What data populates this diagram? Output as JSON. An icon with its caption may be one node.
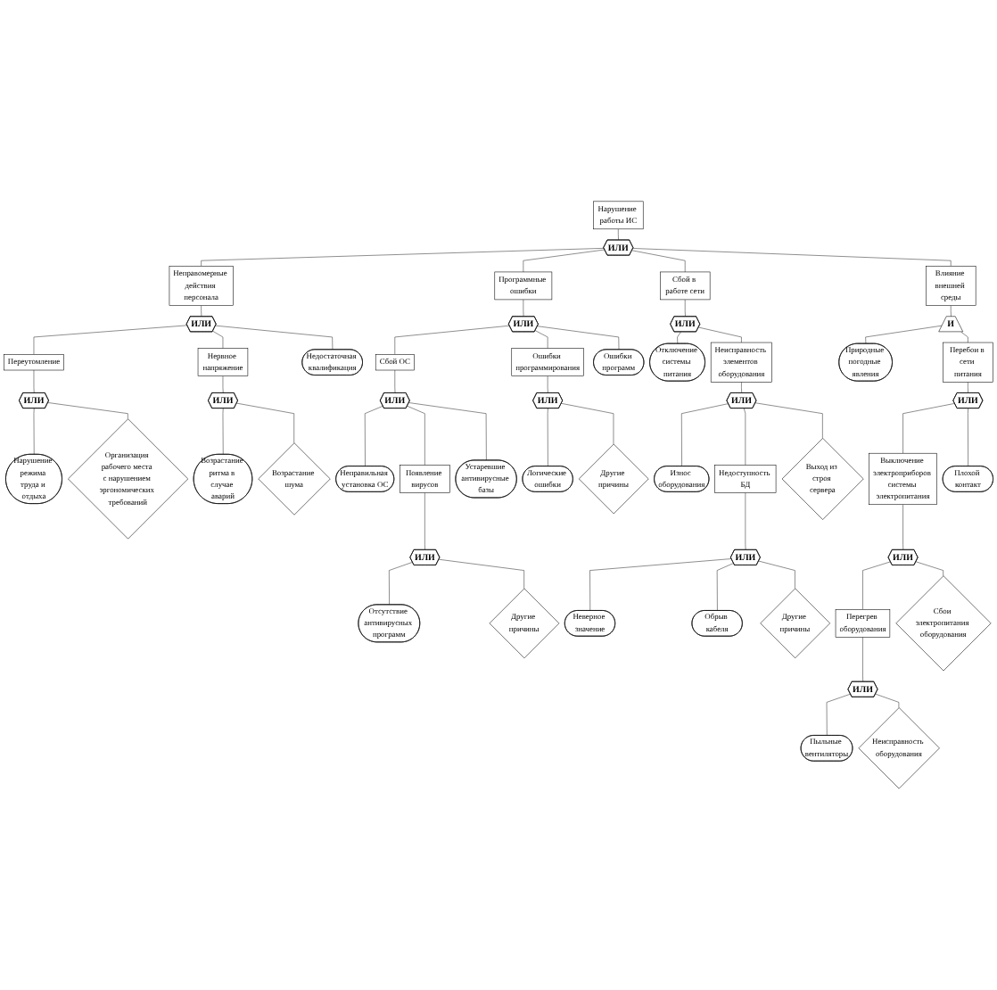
{
  "diagram": {
    "nodes": [
      {
        "text": [
          "Нарушение работы ИС"
        ]
      },
      {
        "text": [
          "ИЛИ"
        ]
      },
      {
        "text": [
          "Неправомерные действия персонала"
        ]
      },
      {
        "text": [
          "Программные ошибки"
        ]
      },
      {
        "text": [
          "Сбой в работе сети"
        ]
      },
      {
        "text": [
          "Влияние внешней среды"
        ]
      },
      {
        "text": [
          "ИЛИ"
        ]
      },
      {
        "text": [
          "ИЛИ"
        ]
      },
      {
        "text": [
          "ИЛИ"
        ]
      },
      {
        "text": [
          "И"
        ]
      },
      {
        "text": [
          "Переутомление"
        ]
      },
      {
        "text": [
          "Нервное напряжение"
        ]
      },
      {
        "text": [
          "Недостаточная квалификация"
        ]
      },
      {
        "text": [
          "ИЛИ"
        ]
      },
      {
        "text": [
          "ИЛИ"
        ]
      },
      {
        "text": [
          "Нарушение режима труда и отдыха"
        ]
      },
      {
        "text": [
          "Организация рабочего места с нарушением эргономических требований"
        ]
      },
      {
        "text": [
          "Возрастание ритма в случае аварий"
        ]
      },
      {
        "text": [
          "Возрастание шума"
        ]
      },
      {
        "text": [
          "Сбой ОС"
        ]
      },
      {
        "text": [
          "Ошибки программирования"
        ]
      },
      {
        "text": [
          "Ошибки программ"
        ]
      },
      {
        "text": [
          "ИЛИ"
        ]
      },
      {
        "text": [
          "ИЛИ"
        ]
      },
      {
        "text": [
          "Неправильная установка ОС"
        ]
      },
      {
        "text": [
          "Появление вирусов"
        ]
      },
      {
        "text": [
          "Устаревшие антивирусные базы"
        ]
      },
      {
        "text": [
          "ИЛИ"
        ]
      },
      {
        "text": [
          "Отсутствие антивирусных программ"
        ]
      },
      {
        "text": [
          "Другие причины"
        ]
      },
      {
        "text": [
          "Логические ошибки"
        ]
      },
      {
        "text": [
          "Другие причины"
        ]
      },
      {
        "text": [
          "Отключение системы питания"
        ]
      },
      {
        "text": [
          "Неисправность элементов оборудования"
        ]
      },
      {
        "text": [
          "ИЛИ"
        ]
      },
      {
        "text": [
          "Износ оборудования"
        ]
      },
      {
        "text": [
          "Недоступность БД"
        ]
      },
      {
        "text": [
          "Выход из строя сервера"
        ]
      },
      {
        "text": [
          "ИЛИ"
        ]
      },
      {
        "text": [
          "Неверное значение"
        ]
      },
      {
        "text": [
          "Обрыв кабеля"
        ]
      },
      {
        "text": [
          "Другие причины"
        ]
      },
      {
        "text": [
          "Природные погодные явления"
        ]
      },
      {
        "text": [
          "Перебои в сети питания"
        ]
      },
      {
        "text": [
          "ИЛИ"
        ]
      },
      {
        "text": [
          "Выключение электроприборов системы электропитания"
        ]
      },
      {
        "text": [
          "Плохой контакт"
        ]
      },
      {
        "text": [
          "ИЛИ"
        ]
      },
      {
        "text": [
          "Перегрев оборудования"
        ]
      },
      {
        "text": [
          "Сбои электропитания оборудования"
        ]
      },
      {
        "text": [
          "ИЛИ"
        ]
      },
      {
        "text": [
          "Пыльные вентиляторы"
        ]
      },
      {
        "text": [
          "Неисправность оборудования"
        ]
      }
    ],
    "edges": [
      {
        "from": 0,
        "to": 1,
        "arrow": "none"
      },
      {
        "from": 1,
        "to": 2,
        "arrow": "none"
      },
      {
        "from": 1,
        "to": 3,
        "arrow": "none"
      },
      {
        "from": 1,
        "to": 4,
        "arrow": "none"
      },
      {
        "from": 1,
        "to": 5,
        "arrow": "none"
      },
      {
        "from": 2,
        "to": 6,
        "arrow": "none"
      },
      {
        "from": 3,
        "to": 7,
        "arrow": "none"
      },
      {
        "from": 4,
        "to": 8,
        "arrow": "none"
      },
      {
        "from": 5,
        "to": 9,
        "arrow": "none"
      },
      {
        "from": 6,
        "to": 10,
        "arrow": "none"
      },
      {
        "from": 6,
        "to": 11,
        "arrow": "none"
      },
      {
        "from": 6,
        "to": 12,
        "arrow": "none"
      },
      {
        "from": 10,
        "to": 13,
        "arrow": "none"
      },
      {
        "from": 11,
        "to": 14,
        "arrow": "none"
      },
      {
        "from": 13,
        "to": 15,
        "arrow": "none"
      },
      {
        "from": 13,
        "to": 16,
        "arrow": "none"
      },
      {
        "from": 14,
        "to": 17,
        "arrow": "none"
      },
      {
        "from": 14,
        "to": 18,
        "arrow": "none"
      },
      {
        "from": 7,
        "to": 19,
        "arrow": "none"
      },
      {
        "from": 7,
        "to": 20,
        "arrow": "none"
      },
      {
        "from": 7,
        "to": 21,
        "arrow": "none"
      },
      {
        "from": 19,
        "to": 22,
        "arrow": "none"
      },
      {
        "from": 20,
        "to": 23,
        "arrow": "none"
      },
      {
        "from": 22,
        "to": 24,
        "arrow": "none"
      },
      {
        "from": 22,
        "to": 25,
        "arrow": "none"
      },
      {
        "from": 22,
        "to": 26,
        "arrow": "none"
      },
      {
        "from": 25,
        "to": 27,
        "arrow": "none"
      },
      {
        "from": 27,
        "to": 28,
        "arrow": "none"
      },
      {
        "from": 27,
        "to": 29,
        "arrow": "none"
      },
      {
        "from": 23,
        "to": 30,
        "arrow": "none"
      },
      {
        "from": 23,
        "to": 31,
        "arrow": "none"
      },
      {
        "from": 8,
        "to": 32,
        "arrow": "none"
      },
      {
        "from": 8,
        "to": 33,
        "arrow": "none"
      },
      {
        "from": 33,
        "to": 34,
        "arrow": "none"
      },
      {
        "from": 34,
        "to": 35,
        "arrow": "none"
      },
      {
        "from": 34,
        "to": 36,
        "arrow": "none"
      },
      {
        "from": 34,
        "to": 37,
        "arrow": "none"
      },
      {
        "from": 36,
        "to": 38,
        "arrow": "none"
      },
      {
        "from": 38,
        "to": 39,
        "arrow": "none"
      },
      {
        "from": 38,
        "to": 40,
        "arrow": "none"
      },
      {
        "from": 38,
        "to": 41,
        "arrow": "none"
      },
      {
        "from": 9,
        "to": 42,
        "arrow": "none"
      },
      {
        "from": 9,
        "to": 43,
        "arrow": "none"
      },
      {
        "from": 43,
        "to": 44,
        "arrow": "none"
      },
      {
        "from": 44,
        "to": 45,
        "arrow": "none"
      },
      {
        "from": 44,
        "to": 46,
        "arrow": "none"
      },
      {
        "from": 45,
        "to": 47,
        "arrow": "none"
      },
      {
        "from": 47,
        "to": 48,
        "arrow": "none"
      },
      {
        "from": 47,
        "to": 49,
        "arrow": "none"
      },
      {
        "from": 48,
        "to": 50,
        "arrow": "none"
      },
      {
        "from": 50,
        "to": 51,
        "arrow": "none"
      },
      {
        "from": 50,
        "to": 52,
        "arrow": "none"
      }
    ]
  }
}
